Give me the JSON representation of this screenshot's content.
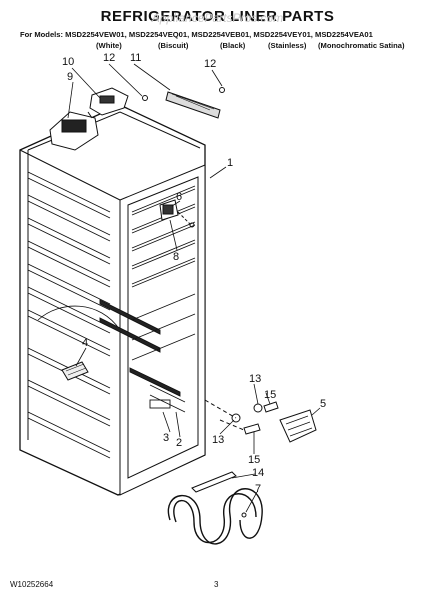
{
  "header": {
    "title": "REFRIGERATOR LINER PARTS",
    "watermark": "AppliancePartsPros.com",
    "models_line": "For Models: MSD2254VEW01, MSD2254VEQ01, MSD2254VEB01, MSD2254VEY01, MSD2254VEA01",
    "colors": [
      "(White)",
      "(Biscuit)",
      "(Black)",
      "(Stainless)",
      "(Monochromatic Satina)"
    ]
  },
  "callouts": [
    "10",
    "12",
    "11",
    "12",
    "9",
    "1",
    "6",
    "8",
    "4",
    "13",
    "15",
    "5",
    "3",
    "2",
    "13",
    "15",
    "14",
    "7"
  ],
  "footer": {
    "doc_number": "W10252664",
    "page_number": "3"
  }
}
